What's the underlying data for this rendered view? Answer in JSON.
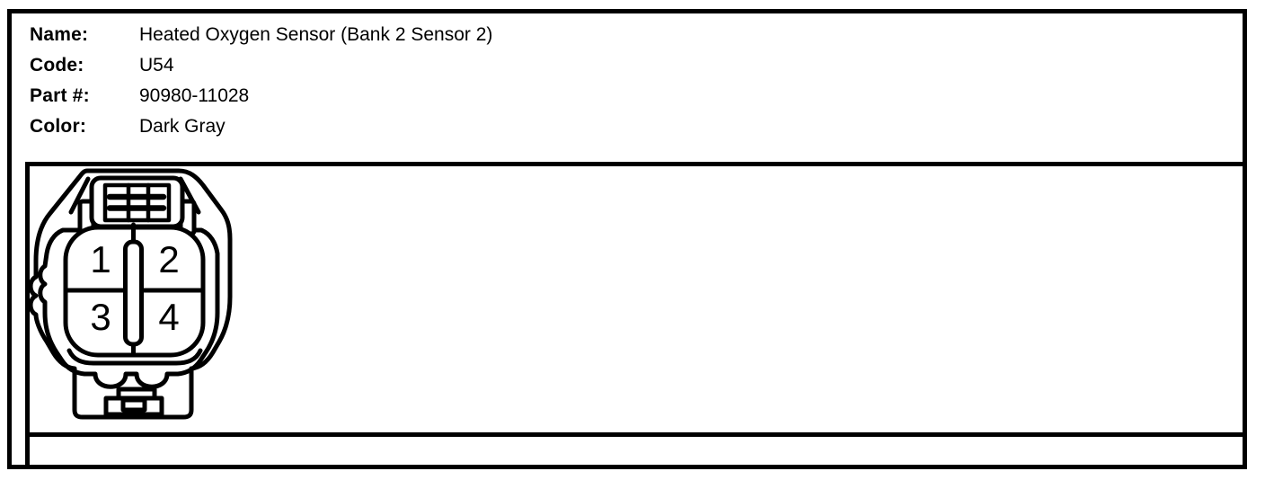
{
  "header": {
    "fields": [
      {
        "label": "Name:",
        "value": "Heated Oxygen Sensor (Bank 2 Sensor 2)"
      },
      {
        "label": "Code:",
        "value": "U54"
      },
      {
        "label": "Part #:",
        "value": "90980-11028"
      },
      {
        "label": "Color:",
        "value": "Dark Gray"
      }
    ]
  },
  "connector": {
    "pins": [
      "1",
      "2",
      "3",
      "4"
    ]
  },
  "colors": {
    "ink": "#000000",
    "paper": "#ffffff"
  }
}
